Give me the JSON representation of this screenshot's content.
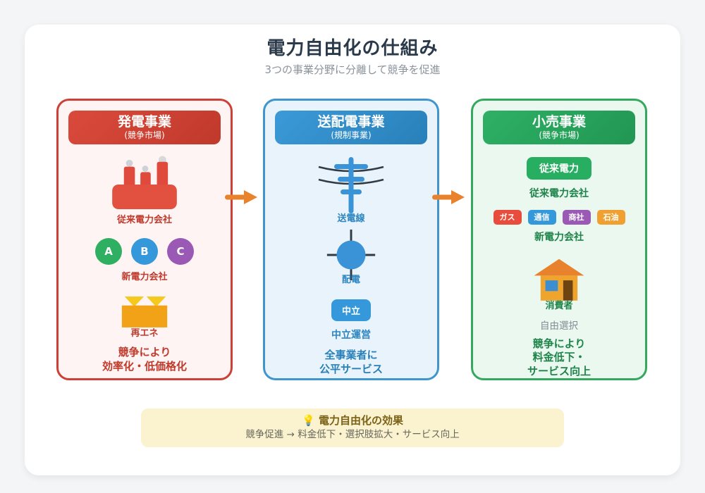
{
  "title": "電力自由化の仕組み",
  "subtitle": "3つの事業分野に分離して競争を促進",
  "generation": {
    "header_title": "発電事業",
    "header_subtitle": "(競争市場)",
    "factory_label": "従来電力会社",
    "companies": [
      {
        "label": "A",
        "color": "#2eaf62"
      },
      {
        "label": "B",
        "color": "#3498db"
      },
      {
        "label": "C",
        "color": "#9b59b6"
      }
    ],
    "companies_label": "新電力会社",
    "renewable_label": "再エネ",
    "effect_line1": "競争により",
    "effect_line2": "効率化・低価格化"
  },
  "transmission": {
    "header_title": "送配電事業",
    "header_subtitle": "(規制事業)",
    "line_label": "送電線",
    "distribution_label": "配電",
    "neutral_badge": "中立",
    "neutral_label": "中立運営",
    "effect_line1": "全事業者に",
    "effect_line2": "公平サービス"
  },
  "retail": {
    "header_title": "小売事業",
    "header_subtitle": "(競争市場)",
    "incumbent_badge": "従来電力",
    "incumbent_label": "従来電力会社",
    "entrants": [
      {
        "label": "ガス",
        "color": "#e74c3c"
      },
      {
        "label": "通信",
        "color": "#3498db"
      },
      {
        "label": "商社",
        "color": "#9b59b6"
      },
      {
        "label": "石油",
        "color": "#f0a030"
      }
    ],
    "entrants_label": "新電力会社",
    "consumer_label": "消費者",
    "choice_label": "自由選択",
    "effect_line1": "競争により",
    "effect_line2": "料金低下・",
    "effect_line3": "サービス向上"
  },
  "banner": {
    "icon": "💡",
    "title": "電力自由化の効果",
    "text": "競争促進 → 料金低下・選択肢拡大・サービス向上"
  },
  "colors": {
    "generation_accent": "#c0392b",
    "transmission_accent": "#2980b9",
    "retail_accent": "#27ae60",
    "arrow": "#e8822c",
    "banner_bg": "#fbf2cf",
    "page_bg": "#f4f5f7"
  }
}
